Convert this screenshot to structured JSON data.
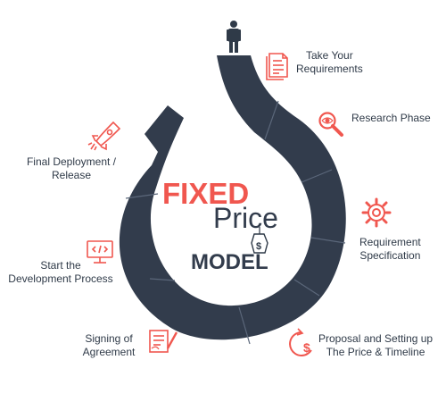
{
  "title": {
    "line1": "FIXED",
    "line2": "Price",
    "line3": "MODEL",
    "tag_symbol": "$"
  },
  "steps": [
    {
      "lines": [
        "Take Your",
        "Requirements"
      ],
      "icon": "document-icon"
    },
    {
      "lines": [
        "Research Phase"
      ],
      "icon": "magnifier-icon"
    },
    {
      "lines": [
        "Requirement",
        "Specification"
      ],
      "icon": "gear-icon"
    },
    {
      "lines": [
        "Proposal and Setting up",
        "The Price & Timeline"
      ],
      "icon": "dollar-clock-icon"
    },
    {
      "lines": [
        "Signing of",
        "Agreement"
      ],
      "icon": "signed-document-icon"
    },
    {
      "lines": [
        "Start the",
        "Development Process"
      ],
      "icon": "code-monitor-icon"
    },
    {
      "lines": [
        "Final Deployment /",
        "Release"
      ],
      "icon": "rocket-icon"
    }
  ],
  "colors": {
    "track": "#323c4c",
    "accent": "#f0574f",
    "text": "#2f3a48",
    "segment_line": "#5a6678"
  }
}
